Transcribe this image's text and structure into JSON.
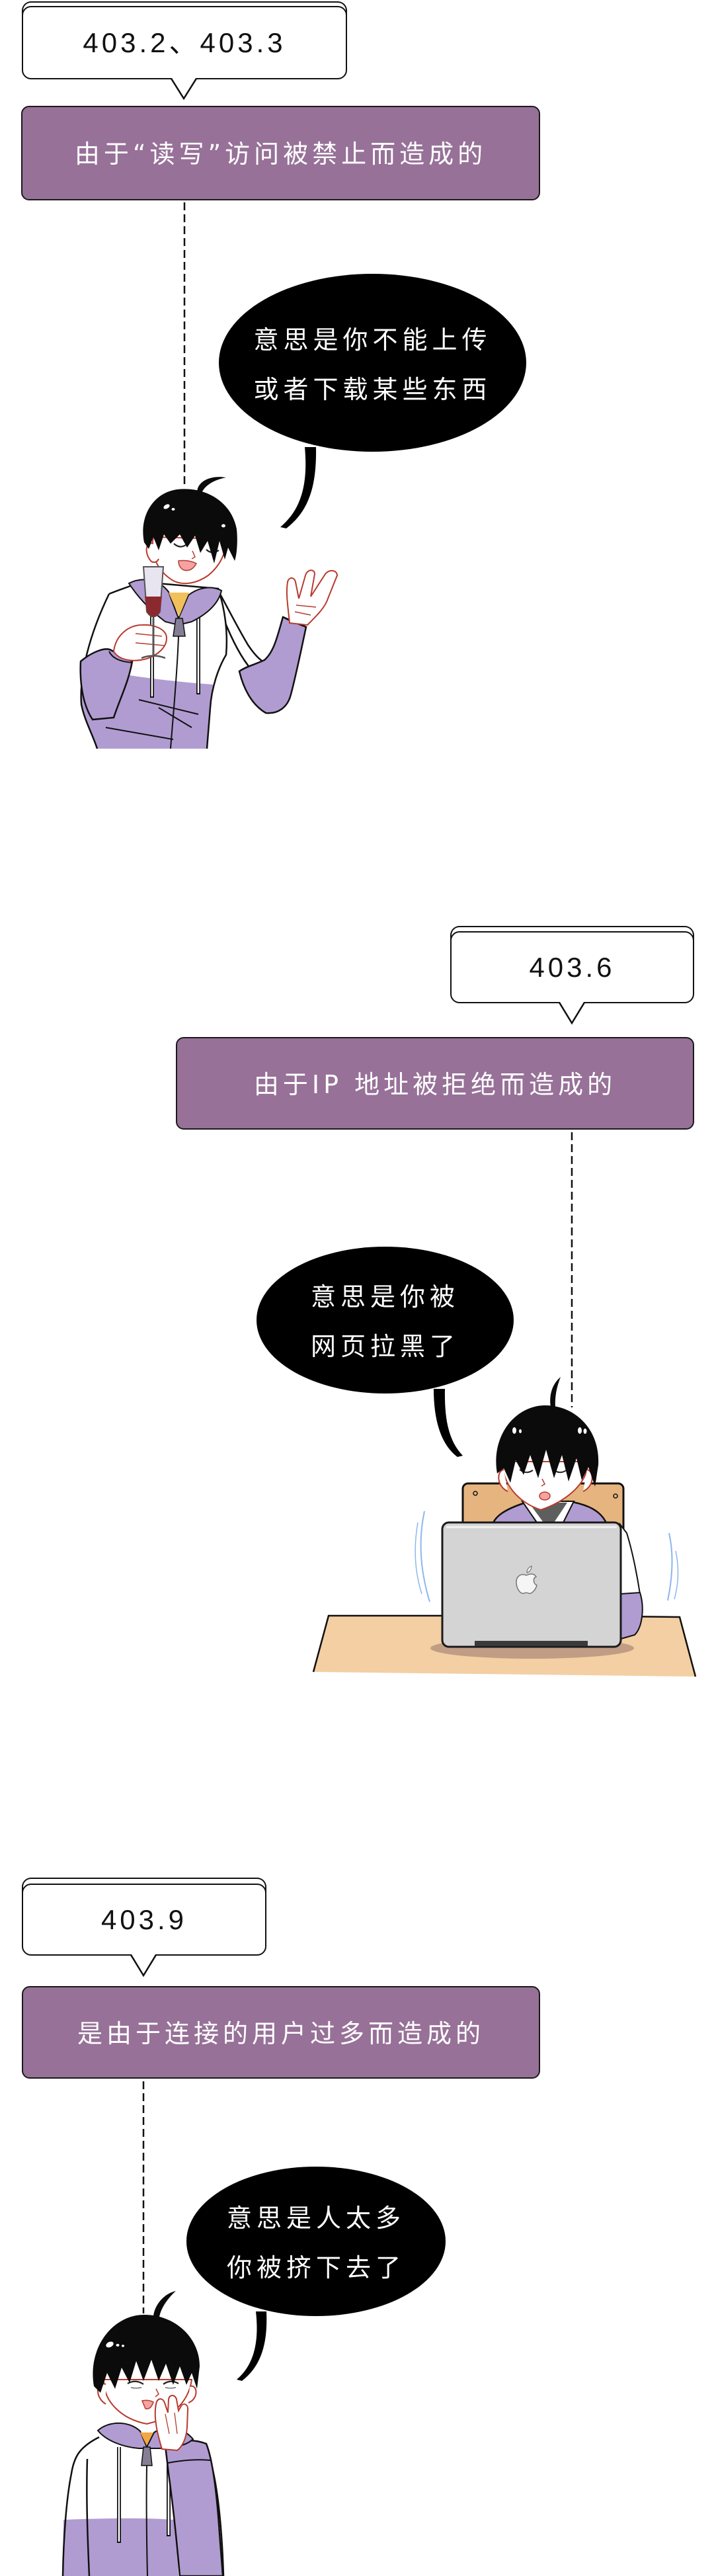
{
  "panels": [
    {
      "code_label": "403.2、403.3",
      "description": "由于“读写”访问被禁止而造成的",
      "speech": {
        "line1": "意思是你不能上传",
        "line2": "或者下载某些东西"
      },
      "illustration": "boy-holding-wine-glass-icon"
    },
    {
      "code_label": "403.6",
      "description": "由于IP 地址被拒绝而造成的",
      "speech": {
        "line1": "意思是你被",
        "line2": "网页拉黑了"
      },
      "illustration": "boy-at-laptop-icon"
    },
    {
      "code_label": "403.9",
      "description": "是由于连接的用户过多而造成的",
      "speech": {
        "line1": "意思是人太多",
        "line2": "你被挤下去了"
      },
      "illustration": "boy-covering-mouth-icon"
    }
  ],
  "colors": {
    "description_box": "#977198",
    "hoodie_purple": "#b09cd1",
    "speech_bubble": "#000000",
    "desk": "#f3cfa3",
    "chair": "#e6b47e",
    "laptop": "#d4d4d4"
  }
}
